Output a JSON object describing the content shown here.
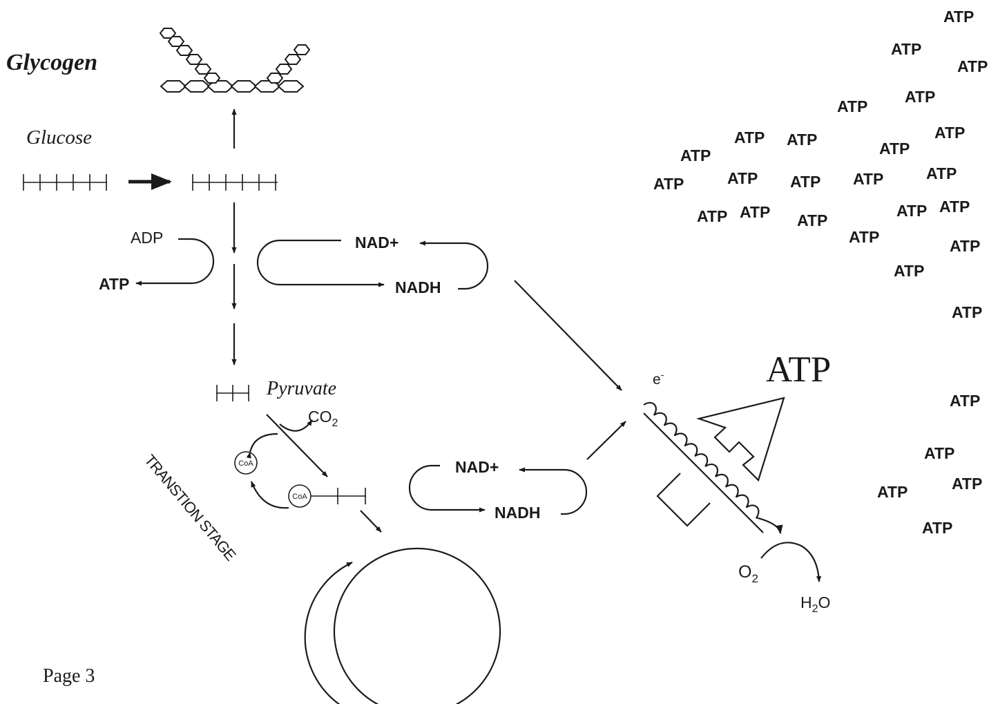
{
  "labels": {
    "glycogen": "Glycogen",
    "glucose": "Glucose",
    "adp": "ADP",
    "atp_glycolysis": "ATP",
    "nad_plus_1": "NAD+",
    "nadh_1": "NADH",
    "pyruvate": "Pyruvate",
    "co2": "CO",
    "co2_sub": "2",
    "coa_1": "CoA",
    "coa_2": "CoA",
    "transition_stage": "TRANSTION STAGE",
    "nad_plus_2": "NAD+",
    "nadh_2": "NADH",
    "electron": "e",
    "electron_sup": "-",
    "atp_large": "ATP",
    "o2": "O",
    "o2_sub": "2",
    "h2o_h": "H",
    "h2o_sub": "2",
    "h2o_o": "O",
    "page": "Page 3"
  },
  "atp_cloud": [
    "ATP",
    "ATP",
    "ATP",
    "ATP",
    "ATP",
    "ATP",
    "ATP",
    "ATP",
    "ATP",
    "ATP",
    "ATP",
    "ATP",
    "ATP",
    "ATP",
    "ATP",
    "ATP",
    "ATP",
    "ATP",
    "ATP",
    "ATP",
    "ATP",
    "ATP",
    "ATP",
    "ATP",
    "ATP",
    "ATP",
    "ATP",
    "ATP",
    "ATP",
    "ATP"
  ],
  "colors": {
    "ink": "#1a1a1a",
    "background": "#ffffff"
  }
}
